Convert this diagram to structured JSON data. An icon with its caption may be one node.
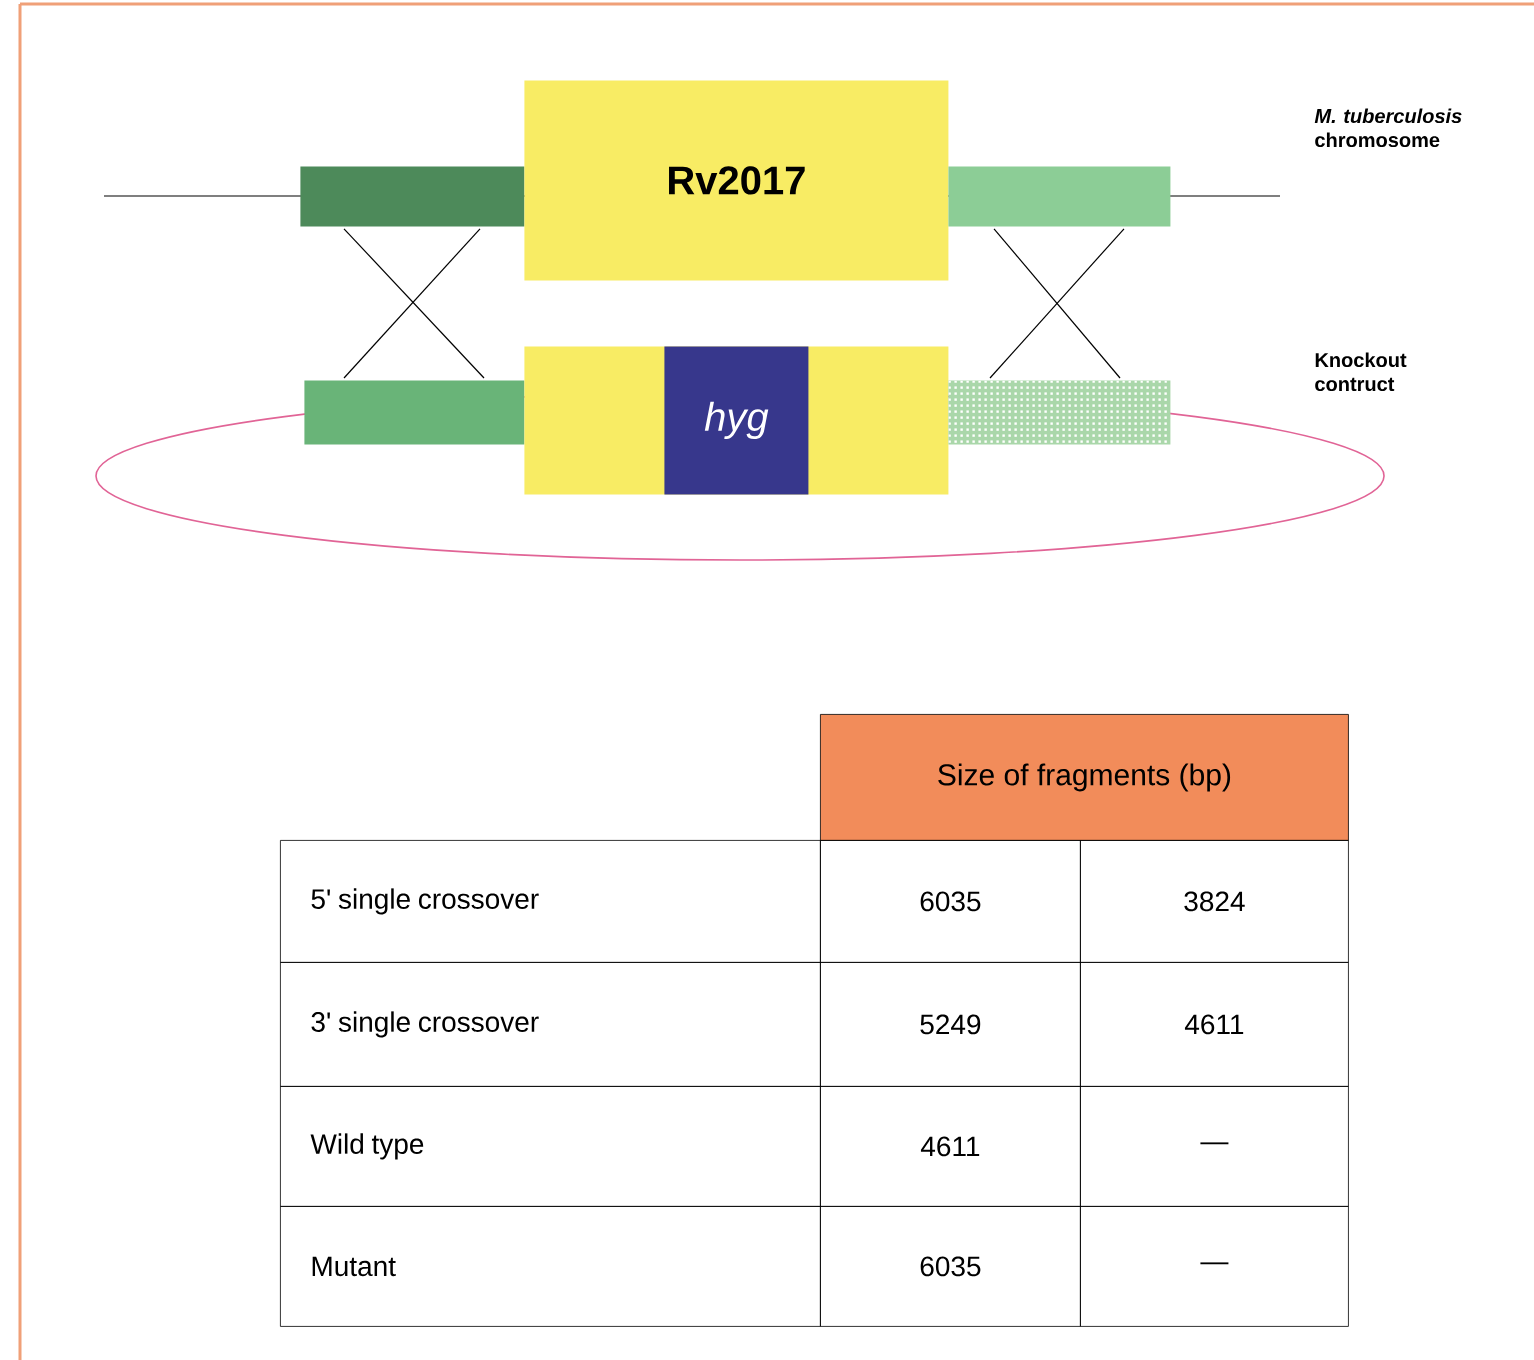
{
  "diagram": {
    "nodes": [
      {
        "text": [],
        "shape": "box"
      },
      {
        "text": [
          "Rv2017"
        ]
      },
      {
        "text": [],
        "shape": "box"
      },
      {
        "text": [],
        "shape": "box"
      },
      {
        "text": [],
        "shape": "box"
      },
      {
        "text": [
          "hyg"
        ],
        "in": 4
      },
      {
        "text": [],
        "shape": "box"
      }
    ],
    "edges": [
      {
        "from": 0,
        "to": 3,
        "arrow": "none"
      },
      {
        "from": 0,
        "to": 3,
        "arrow": "none"
      },
      {
        "from": 2,
        "to": 6,
        "arrow": "none"
      },
      {
        "from": 2,
        "to": 6,
        "arrow": "none"
      }
    ],
    "labels": [
      "*M. tuberculosis* chromosome",
      "Knockout contruct",
      "Size of fragments (bp)",
      "5' single crossover",
      "6035",
      "3824",
      "3' single crossover",
      "5249",
      "4611",
      "Wild type",
      "4611",
      "—",
      "Mutant",
      "6035",
      "—"
    ]
  }
}
